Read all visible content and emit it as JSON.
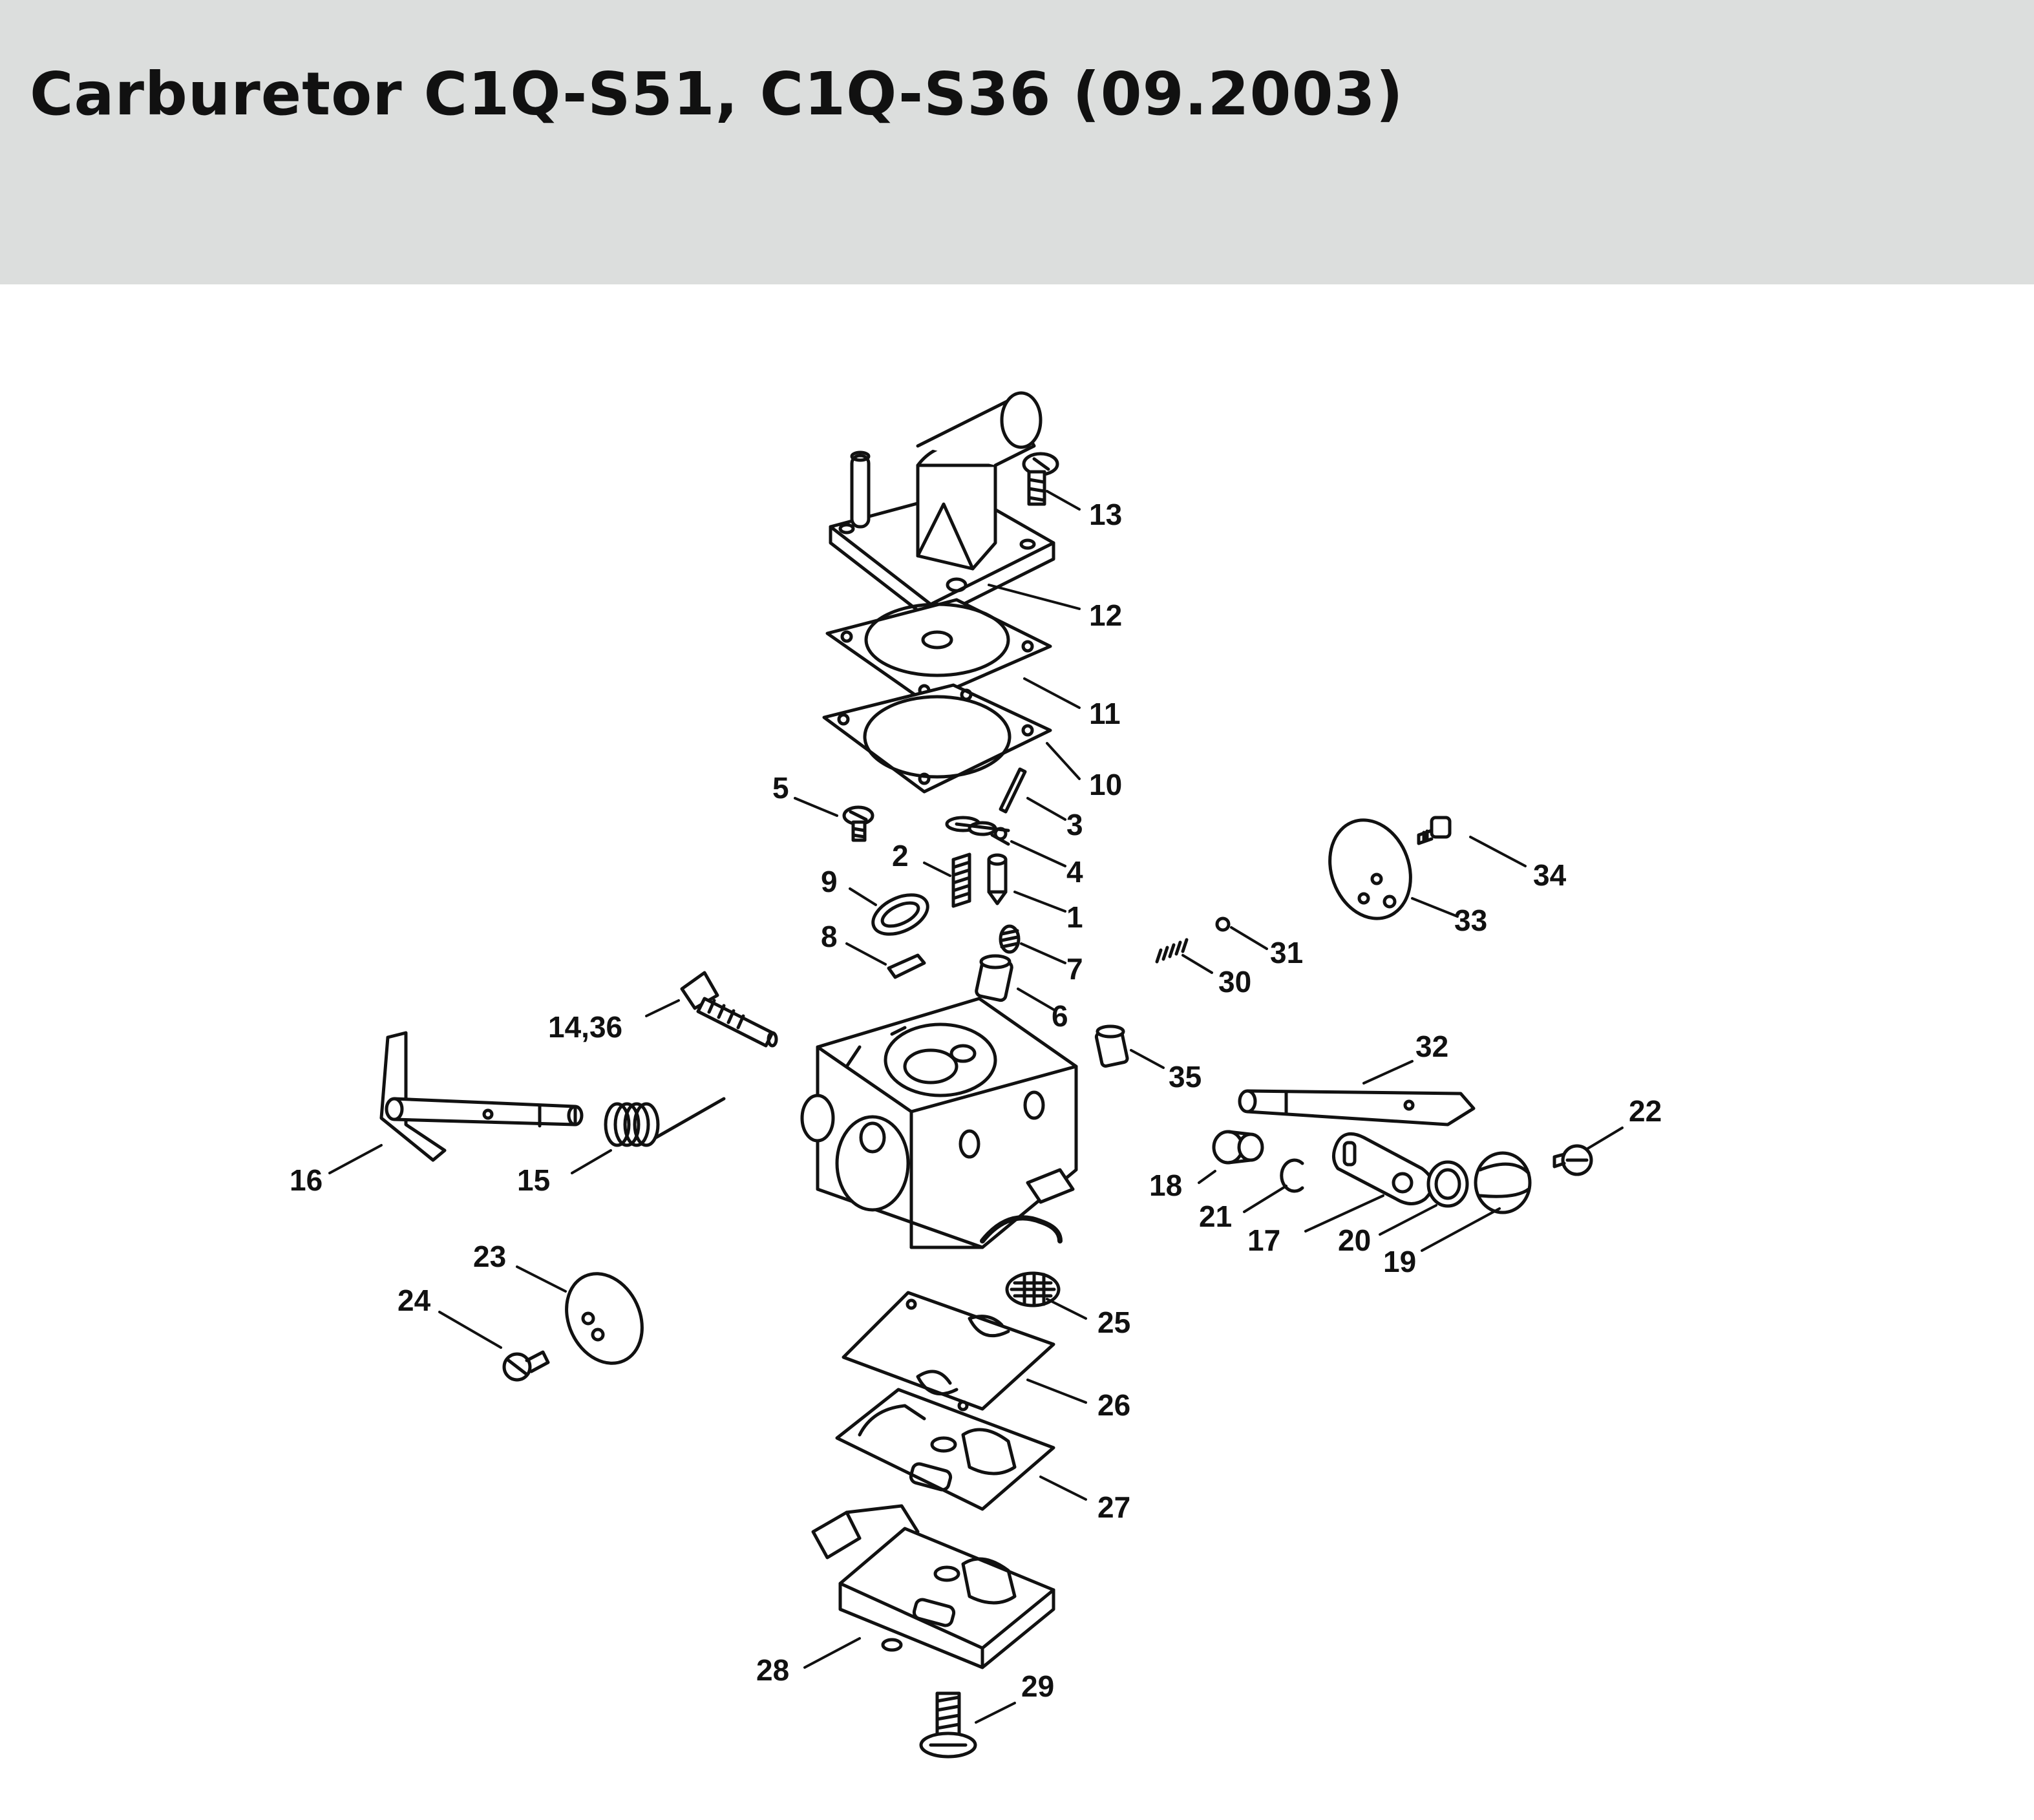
{
  "header": {
    "title": "Carburetor C1Q-S51, C1Q-S36 (09.2003)",
    "background": "#dcdedd"
  },
  "labels": {
    "l13": "13",
    "l12": "12",
    "l11": "11",
    "l10": "10",
    "l5": "5",
    "l3": "3",
    "l4": "4",
    "l2": "2",
    "l9": "9",
    "l1": "1",
    "l8": "8",
    "l7": "7",
    "l6": "6",
    "l14_36": "14,36",
    "l35": "35",
    "l34": "34",
    "l33": "33",
    "l31": "31",
    "l30": "30",
    "l32": "32",
    "l22": "22",
    "l18": "18",
    "l21": "21",
    "l17": "17",
    "l20": "20",
    "l19": "19",
    "l16": "16",
    "l15": "15",
    "l23": "23",
    "l24": "24",
    "l25": "25",
    "l26": "26",
    "l27": "27",
    "l28": "28",
    "l29": "29"
  }
}
